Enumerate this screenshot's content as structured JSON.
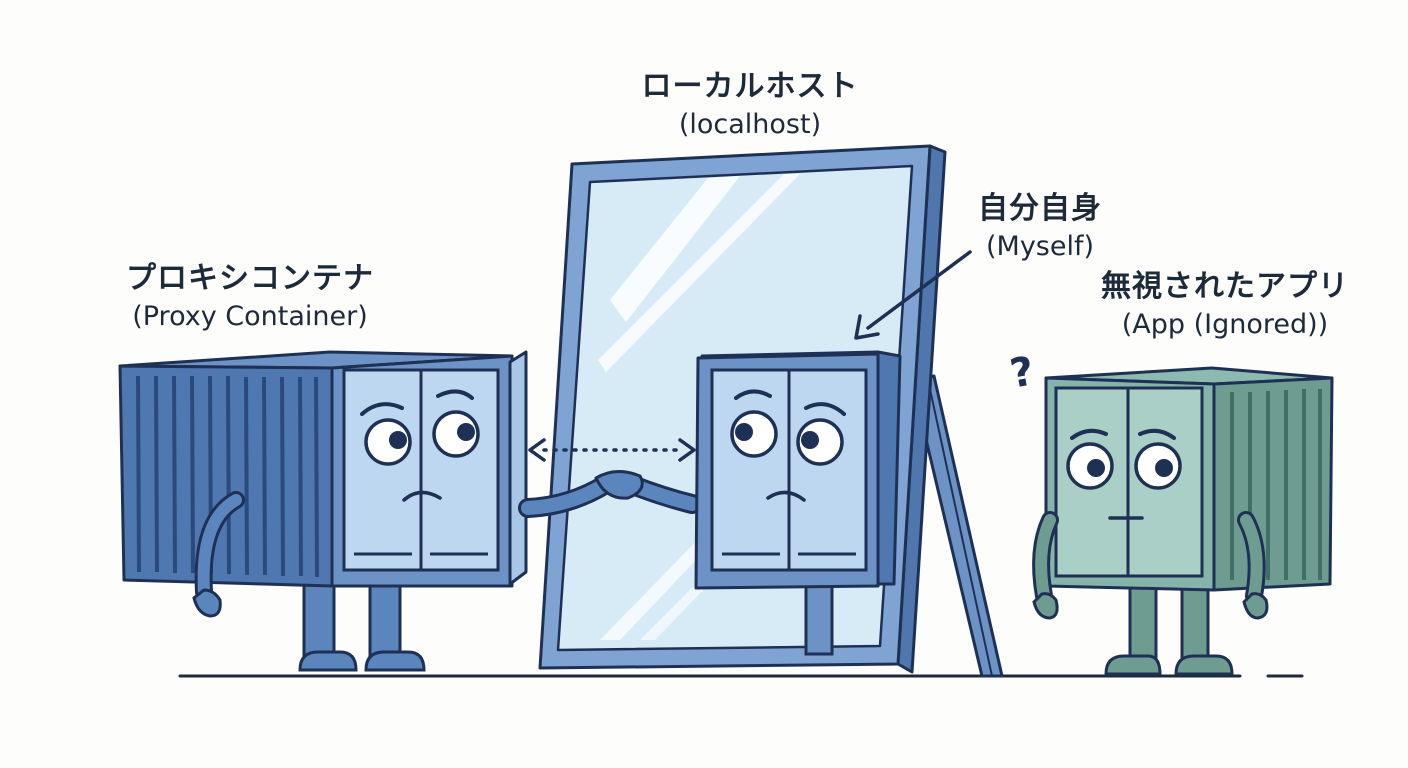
{
  "labels": {
    "localhost": {
      "jp": "ローカルホスト",
      "en": "(localhost)"
    },
    "myself": {
      "jp": "自分自身",
      "en": "(Myself)"
    },
    "proxy": {
      "jp": "プロキシコンテナ",
      "en": "(Proxy Container)"
    },
    "app": {
      "jp": "無視されたアプリ",
      "en": "(App (Ignored))"
    },
    "question_mark": "?"
  },
  "colors": {
    "outline": "#1e3155",
    "proxy_body": "#5b85bd",
    "proxy_ribs": "#3e6aa6",
    "proxy_face": "#bcd7ef",
    "mirror_frame": "#7fa3d2",
    "mirror_glass": "#d7ebf7",
    "reflection_face": "#bcd7ef",
    "app_body": "#86b3aa",
    "app_face": "#a9cfc6",
    "app_limbs": "#6e9c91",
    "ground": "#1e2a3c"
  },
  "icons": {
    "mirror": "mirror-icon",
    "proxy": "shipping-container-character",
    "reflection": "container-reflection",
    "app": "ignored-container-character",
    "arrow": "pointer-arrow-icon",
    "link": "double-arrow-icon"
  }
}
